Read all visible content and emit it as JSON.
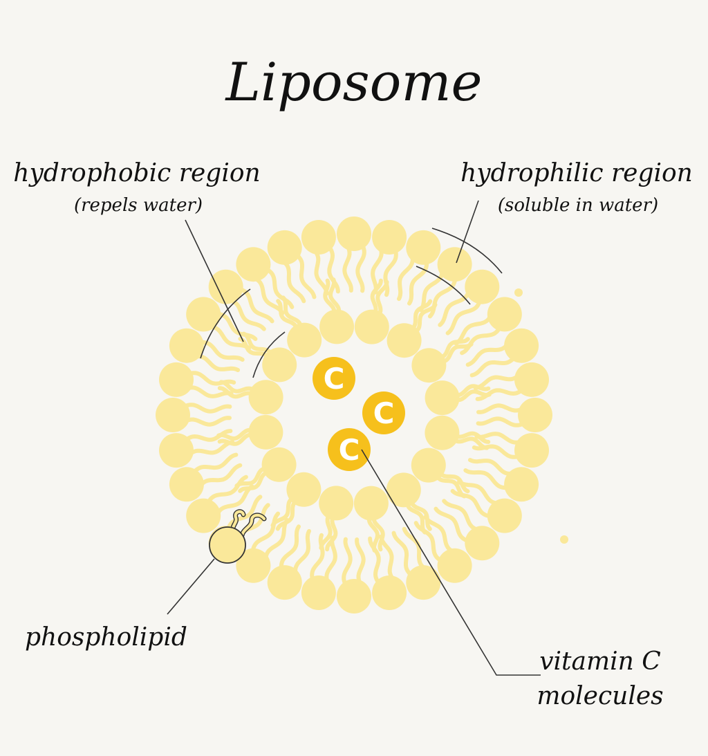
{
  "title": "Liposome",
  "labels": {
    "hydrophobic": {
      "text": "hydrophobic region",
      "sub": "(repels water)"
    },
    "hydrophilic": {
      "text": "hydrophilic region",
      "sub": "(soluble in water)"
    },
    "phospholipid": {
      "text": "phospholipid"
    },
    "vitamin_c": {
      "line1": "vitamin C",
      "line2": "molecules"
    }
  },
  "molecule_letter": "C",
  "colors": {
    "background": "#f7f6f2",
    "head": "#fae89a",
    "tail": "#fae89a",
    "vitamin_c": "#f6c01c",
    "line": "#333333"
  }
}
